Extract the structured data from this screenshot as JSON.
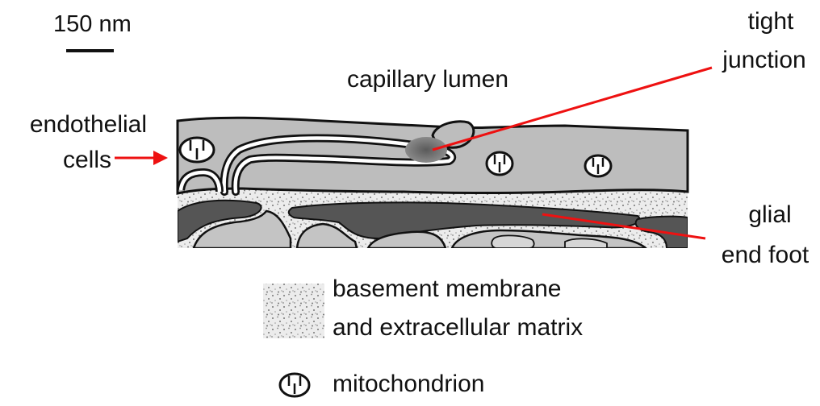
{
  "scale_bar": {
    "label": "150 nm"
  },
  "labels": {
    "capillary_lumen": "capillary lumen",
    "endothelial_line1": "endothelial",
    "endothelial_line2": "cells",
    "tight_line1": "tight",
    "tight_line2": "junction",
    "glial_line1": "glial",
    "glial_line2": "end foot"
  },
  "legend": {
    "basement_line1": "basement membrane",
    "basement_line2": "and extracellular matrix",
    "mitochondrion": "mitochondrion"
  },
  "colors": {
    "arrow": "#ee1111",
    "cell_fill": "#bdbdbd",
    "glial_fill": "#555555",
    "matrix_fill": "#e6e6e6",
    "outline": "#111111",
    "junction": "#666666"
  },
  "icons": {
    "mitochondrion": "mitochondrion-icon"
  }
}
